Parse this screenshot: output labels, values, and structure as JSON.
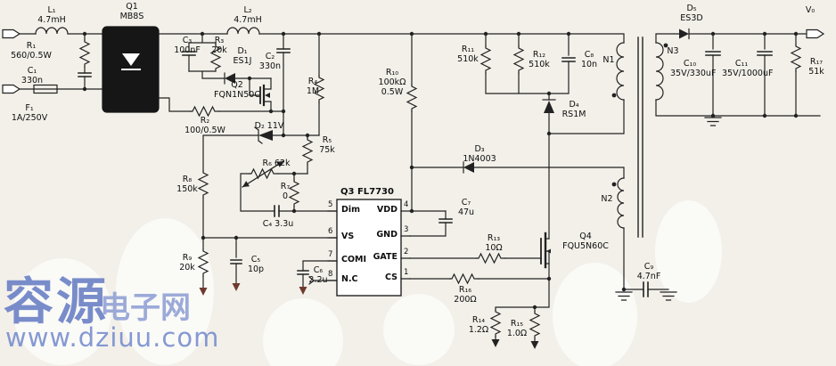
{
  "watermark": {
    "brand": "容源",
    "brand2": "电子网",
    "url": "www.dziuu.com"
  },
  "labels": {
    "Q1": {
      "lines": [
        "Q1",
        "MB8S"
      ]
    },
    "L1": {
      "lines": [
        "L₁",
        "4.7mH"
      ]
    },
    "R1": {
      "lines": [
        "R₁",
        "560/0.5W"
      ]
    },
    "C1": {
      "lines": [
        "C₁",
        "330n"
      ]
    },
    "F1": {
      "lines": [
        "F₁",
        "1A/250V"
      ]
    },
    "C3": {
      "lines": [
        "C₃",
        "100nF"
      ]
    },
    "R3": {
      "lines": [
        "R₃",
        "20k"
      ]
    },
    "D1": {
      "lines": [
        "D₁",
        "ES1J"
      ]
    },
    "Q2": {
      "lines": [
        "Q2",
        "FQN1N50C"
      ]
    },
    "R2": {
      "lines": [
        "R₂",
        "100/0.5W"
      ]
    },
    "L2": {
      "lines": [
        "L₂",
        "4.7mH"
      ]
    },
    "C2": {
      "lines": [
        "C₂",
        "330n"
      ]
    },
    "R4": {
      "lines": [
        "R₄",
        "1M"
      ]
    },
    "D2": {
      "lines": [
        "D₂ 11V"
      ]
    },
    "R5": {
      "lines": [
        "R₅",
        "75k"
      ]
    },
    "R6": {
      "lines": [
        "R₆ 62k"
      ]
    },
    "R7": {
      "lines": [
        "R₇",
        "0"
      ]
    },
    "R8": {
      "lines": [
        "R₈",
        "150k"
      ]
    },
    "R9": {
      "lines": [
        "R₉",
        "20k"
      ]
    },
    "C5": {
      "lines": [
        "C₅",
        "10p"
      ]
    },
    "C4": {
      "lines": [
        "C₄ 3.3u"
      ]
    },
    "C6": {
      "lines": [
        "C₆",
        "2.2u"
      ]
    },
    "R10": {
      "lines": [
        "R₁₀",
        "100kΩ",
        "0.5W"
      ]
    },
    "C7": {
      "lines": [
        "C₇",
        "47u"
      ]
    },
    "R11": {
      "lines": [
        "R₁₁",
        "510k"
      ]
    },
    "R12": {
      "lines": [
        "R₁₂",
        "510k"
      ]
    },
    "C8": {
      "lines": [
        "C₈",
        "10n"
      ]
    },
    "D4": {
      "lines": [
        "D₄",
        "RS1M"
      ]
    },
    "D3": {
      "lines": [
        "D₃",
        "1N4003"
      ]
    },
    "N1": {
      "lines": [
        "N1"
      ]
    },
    "N2": {
      "lines": [
        "N2"
      ]
    },
    "N3": {
      "lines": [
        "N3"
      ]
    },
    "D5": {
      "lines": [
        "D₅",
        "ES3D"
      ]
    },
    "C10": {
      "lines": [
        "C₁₀",
        "35V/330uF"
      ]
    },
    "C11": {
      "lines": [
        "C₁₁",
        "35V/1000uF"
      ]
    },
    "R17": {
      "lines": [
        "R₁₇",
        "51k"
      ]
    },
    "V0": {
      "lines": [
        "V₀"
      ]
    },
    "R13": {
      "lines": [
        "R₁₃",
        "10Ω"
      ]
    },
    "Q4": {
      "lines": [
        "Q4",
        "FQU5N60C"
      ]
    },
    "R16": {
      "lines": [
        "R₁₆",
        "200Ω"
      ]
    },
    "R14": {
      "lines": [
        "R₁₄",
        "1.2Ω"
      ]
    },
    "R15": {
      "lines": [
        "R₁₅",
        "1.0Ω"
      ]
    },
    "C9": {
      "lines": [
        "C₉",
        "4.7nF"
      ]
    }
  },
  "ic": {
    "title": "Q3 FL7730",
    "left_pins": [
      {
        "num": "5",
        "name": "Dim"
      },
      {
        "num": "6",
        "name": "VS"
      },
      {
        "num": "7",
        "name": "COMI"
      },
      {
        "num": "8",
        "name": "N.C"
      }
    ],
    "right_pins": [
      {
        "num": "4",
        "name": "VDD"
      },
      {
        "num": "3",
        "name": "GND"
      },
      {
        "num": "2",
        "name": "GATE"
      },
      {
        "num": "1",
        "name": "CS"
      }
    ]
  }
}
